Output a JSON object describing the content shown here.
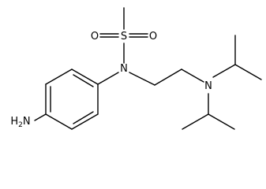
{
  "molecule": {
    "atoms": {
      "amine": "H2N",
      "aryl_nitrogen": "N",
      "sulfur": "S",
      "oxygen_left": "O",
      "oxygen_right": "O",
      "tertiary_nitrogen": "N"
    }
  }
}
